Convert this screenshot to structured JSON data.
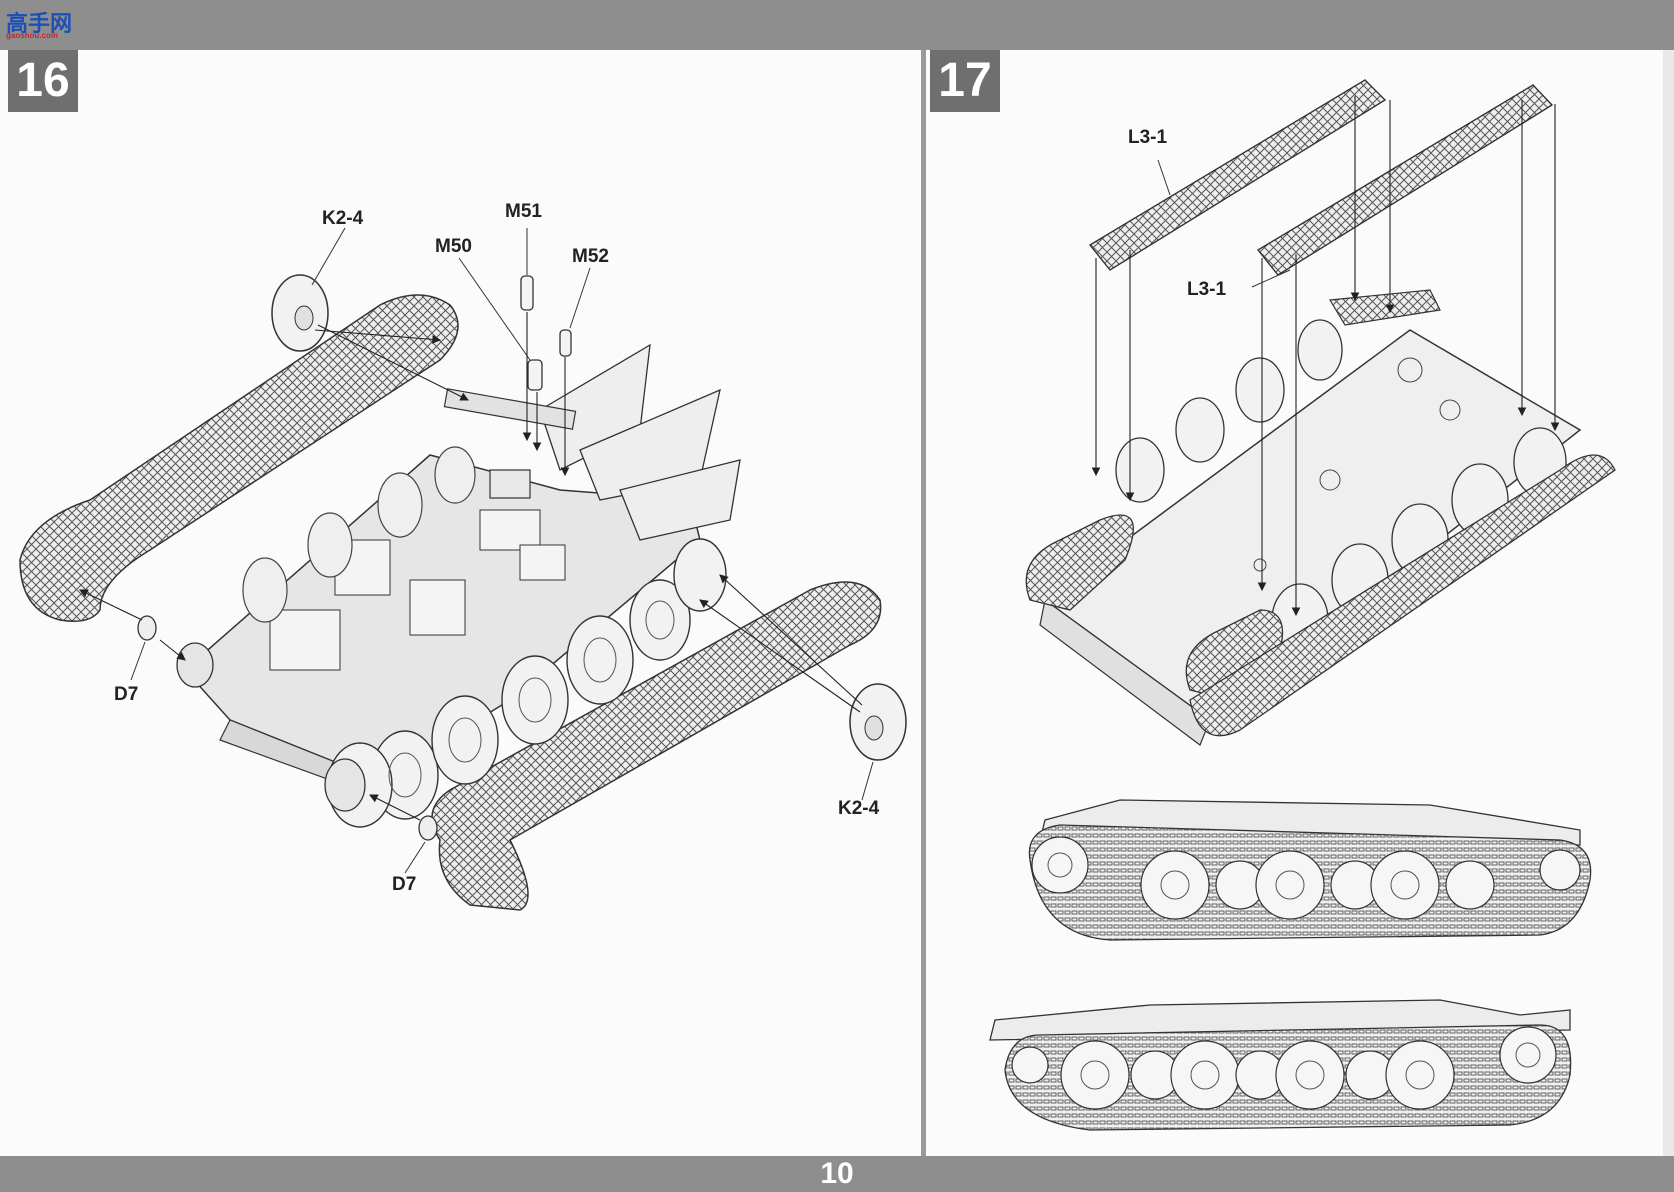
{
  "header": {
    "logo_text": "高手网",
    "logo_sub": "gaoshou.com"
  },
  "steps": [
    {
      "number": "16",
      "parts": {
        "k2_left": "K2-4",
        "m50": "M50",
        "m51": "M51",
        "m52": "M52",
        "d7_left": "D7",
        "d7_bottom": "D7",
        "k2_right": "K2-4"
      }
    },
    {
      "number": "17",
      "parts": {
        "l3_top": "L3-1",
        "l3_mid": "L3-1"
      }
    }
  ],
  "footer": {
    "page_number": "10"
  },
  "colors": {
    "frame": "#8e8e8e",
    "step_box": "#6f6f6f",
    "paper": "#fbfbfb",
    "line": "#333333"
  }
}
